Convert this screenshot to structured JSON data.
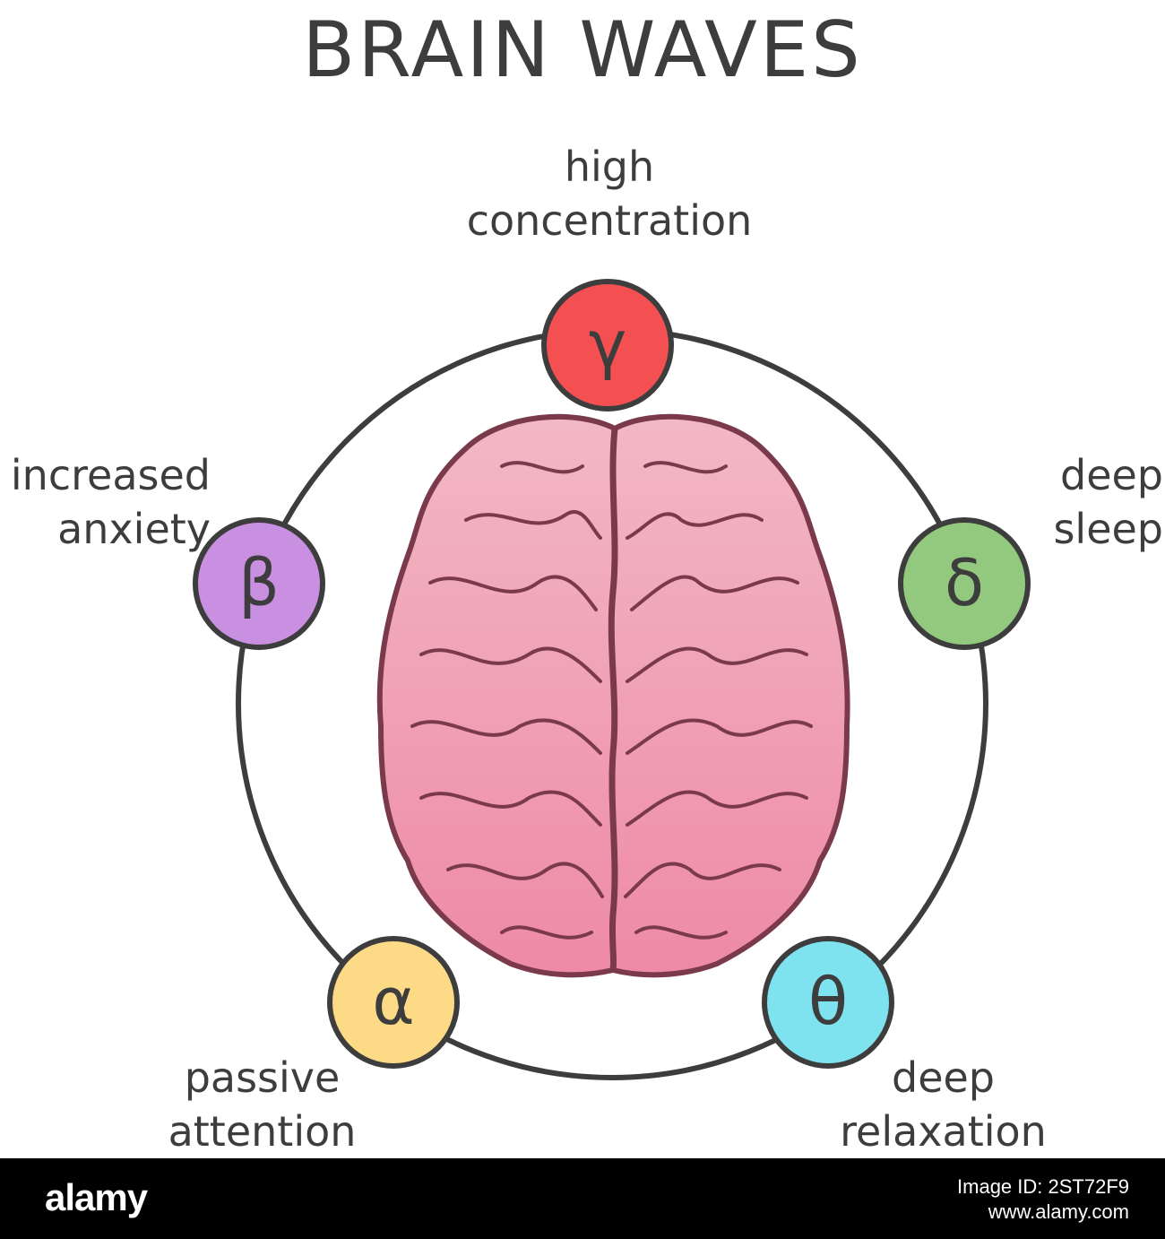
{
  "title": "BRAIN WAVES",
  "colors": {
    "ring": "#3d3d3d",
    "gamma": "#f45052",
    "delta": "#93c97e",
    "theta": "#7ee3ef",
    "alpha": "#fddb86",
    "beta": "#c990e2",
    "brain_fill_top": "#f2b8c4",
    "brain_fill_bottom": "#ee8aa6",
    "brain_outline": "#7a3a4c"
  },
  "waves": [
    {
      "id": "gamma",
      "symbol": "γ",
      "label_lines": [
        "high",
        "concentration"
      ]
    },
    {
      "id": "delta",
      "symbol": "δ",
      "label_lines": [
        "deep",
        "sleep"
      ]
    },
    {
      "id": "theta",
      "symbol": "θ",
      "label_lines": [
        "deep",
        "relaxation"
      ]
    },
    {
      "id": "alpha",
      "symbol": "α",
      "label_lines": [
        "passive",
        "attention"
      ]
    },
    {
      "id": "beta",
      "symbol": "β",
      "label_lines": [
        "increased",
        "anxiety"
      ]
    }
  ],
  "footer": {
    "logo": "alamy",
    "image_id": "Image ID: 2ST72F9",
    "site": "www.alamy.com"
  }
}
